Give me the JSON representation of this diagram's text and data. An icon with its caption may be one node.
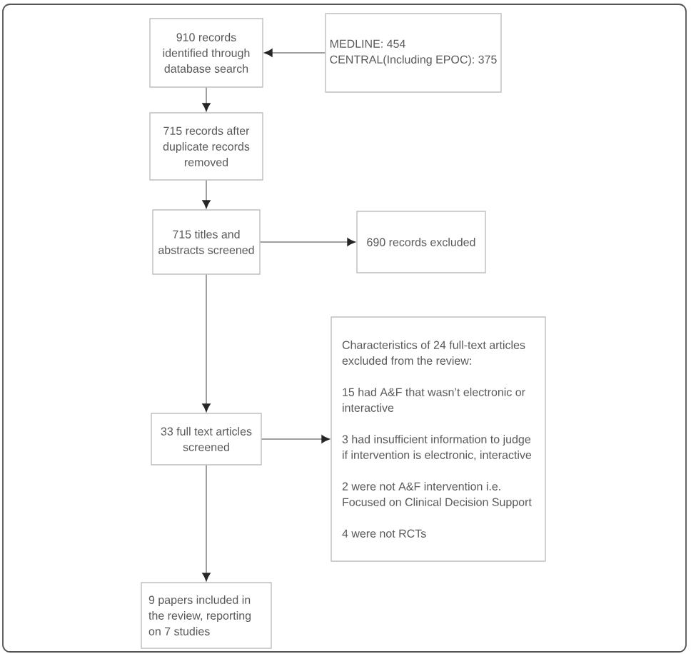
{
  "diagram": {
    "nodes": [
      {
        "text": [
          "910 records identified through database search"
        ]
      },
      {
        "text": [
          "MEDLINE: 454",
          "CENTRAL(Including EPOC): 375"
        ]
      },
      {
        "text": [
          "715 records after duplicate records removed"
        ]
      },
      {
        "text": [
          "715 titles and abstracts screened"
        ]
      },
      {
        "text": [
          "690 records excluded"
        ]
      },
      {
        "text": [
          "33 full text articles screened"
        ]
      },
      {
        "text": [
          "Characteristics of 24 full-text articles excluded from the review:",
          "15 had A&F that wasn’t electronic or interactive",
          "3 had insufficient information to judge if intervention is electronic, interactive",
          "2 were not A&F intervention i.e. Focused on Clinical Decision Support",
          "4 were not RCTs"
        ]
      },
      {
        "text": [
          "9 papers included in the review, reporting on 7 studies"
        ]
      }
    ],
    "edges": [
      {
        "from": 1,
        "to": 0,
        "arrow": "to"
      },
      {
        "from": 0,
        "to": 2,
        "arrow": "to"
      },
      {
        "from": 2,
        "to": 3,
        "arrow": "to"
      },
      {
        "from": 3,
        "to": 4,
        "arrow": "to"
      },
      {
        "from": 3,
        "to": 5,
        "arrow": "to"
      },
      {
        "from": 5,
        "to": 6,
        "arrow": "to"
      },
      {
        "from": 5,
        "to": 7,
        "arrow": "to"
      }
    ]
  }
}
